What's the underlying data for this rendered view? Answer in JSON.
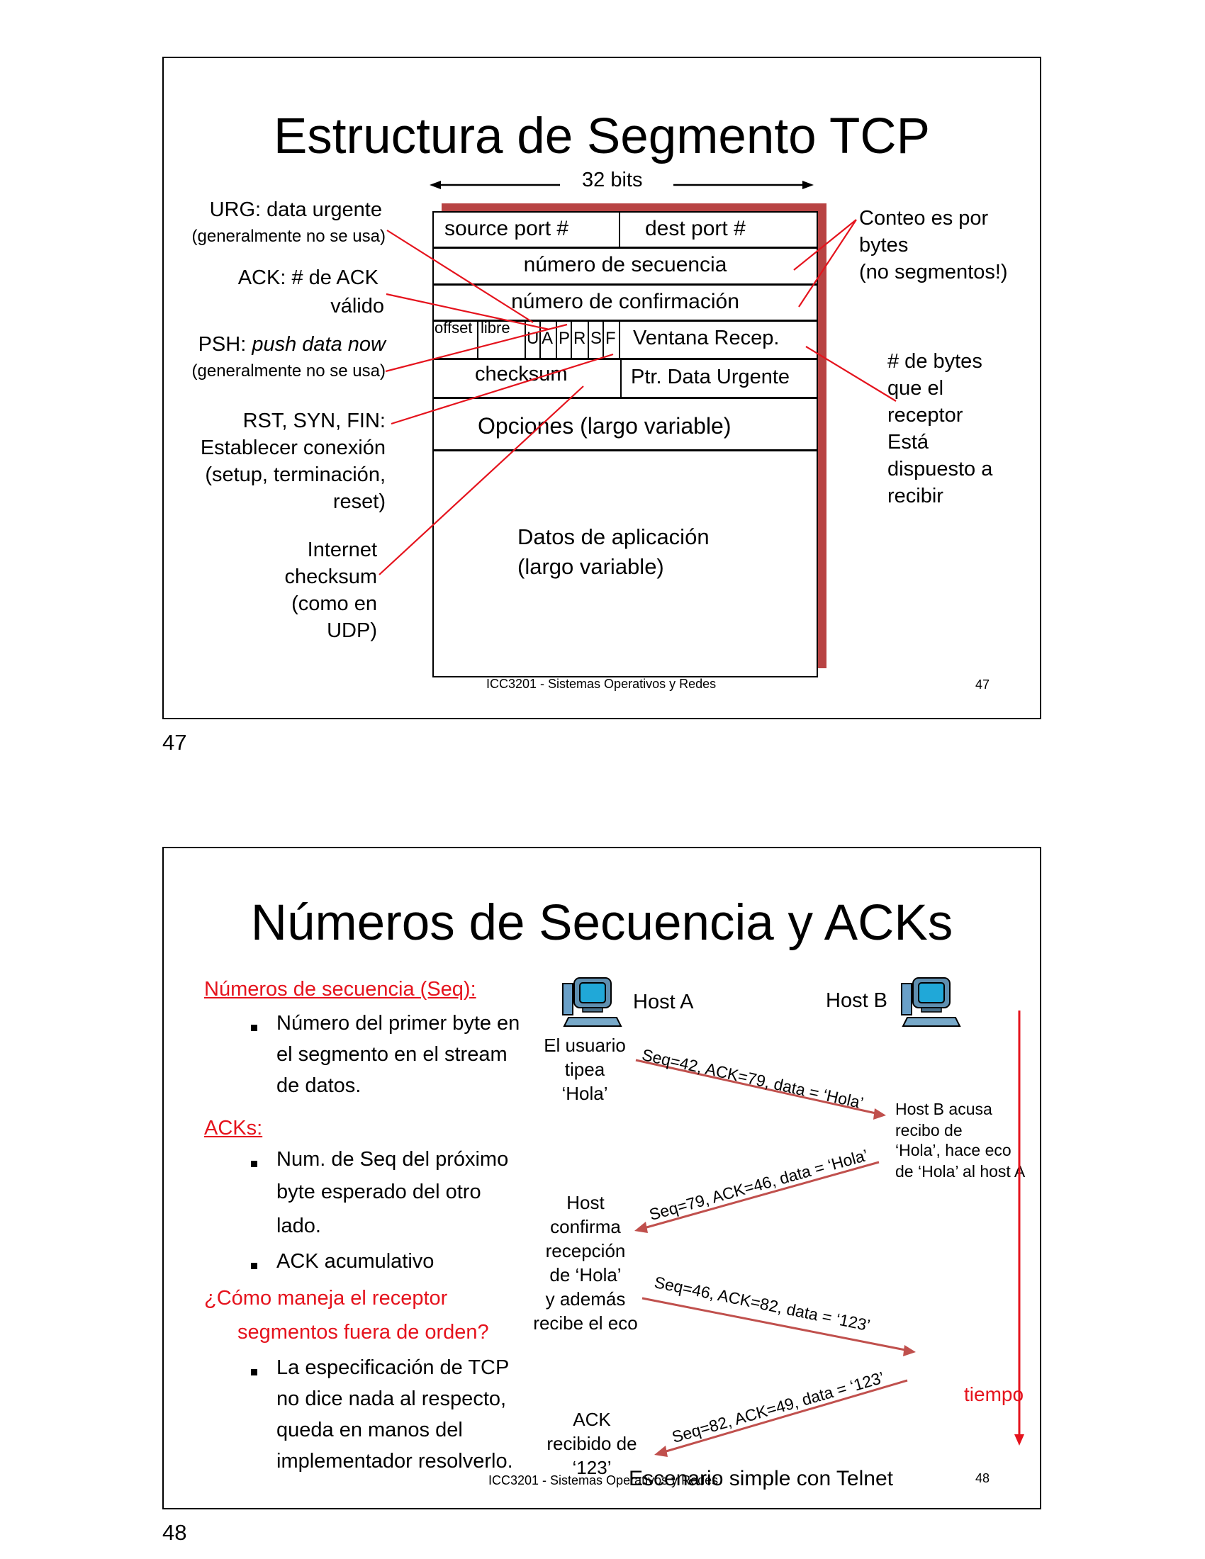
{
  "slide1": {
    "title": "Estructura de Segmento TCP",
    "bits_label": "32 bits",
    "fields": {
      "source_port": "source port #",
      "dest_port": "dest port #",
      "seq_num": "número de secuencia",
      "ack_num": "número de confirmación",
      "offset": "offset",
      "libre": "libre",
      "flags": [
        "U",
        "A",
        "P",
        "R",
        "S",
        "F"
      ],
      "window": "Ventana Recep.",
      "checksum": "checksum",
      "urgent_ptr": "Ptr. Data Urgente",
      "options": "Opciones (largo variable)",
      "data_line1": "Datos de aplicación",
      "data_line2": "(largo variable)"
    },
    "left_notes": {
      "urg_line1": "URG: data urgente",
      "urg_line2": "(generalmente no se usa)",
      "ack_line1": "ACK: # de ACK",
      "ack_line2": "válido",
      "psh_prefix": "PSH: ",
      "psh_italic": "push data now",
      "psh_line2": "(generalmente no se usa)",
      "rst_line1": "RST, SYN, FIN:",
      "rst_line2": "Establecer conexión",
      "rst_line3": "(setup, terminación,",
      "rst_line4": "reset)",
      "cks_line1": "Internet",
      "cks_line2": "checksum",
      "cks_line3": "(como en",
      "cks_line4": "UDP)"
    },
    "right_notes": {
      "count_line1": "Conteo es por",
      "count_line2": "bytes",
      "count_line3": "(no segmentos!)",
      "bytes_line1": "# de bytes",
      "bytes_line2": "que el",
      "bytes_line3": "receptor",
      "bytes_line4": "Está",
      "bytes_line5": "dispuesto a",
      "bytes_line6": "recibir"
    },
    "footer": "ICC3201 - Sistemas Operativos y Redes",
    "slide_number": "47"
  },
  "page_number_1": "47",
  "slide2": {
    "title": "Números de Secuencia y ACKs",
    "seq_heading": "Números de secuencia (Seq):",
    "seq_bullet": [
      "Número del primer byte en",
      "el segmento en el stream",
      "de datos."
    ],
    "acks_heading": "ACKs:",
    "ack_bullet1": [
      "Num. de Seq del próximo",
      "byte esperado del otro",
      "lado."
    ],
    "ack_bullet2": "ACK acumulativo",
    "question_line1": "¿Cómo maneja el receptor",
    "question_line2": "segmentos fuera de orden?",
    "answer_bullet": [
      "La especificación de TCP",
      "no dice nada al respecto,",
      "queda en manos del",
      "implementador resolverlo."
    ],
    "host_a": "Host A",
    "host_b": "Host B",
    "user_types": [
      "El usuario",
      "tipea",
      "‘Hola’"
    ],
    "msg1": "Seq=42, ACK=79, data = ‘Hola’",
    "host_b_ack": [
      "Host B acusa",
      "recibo de",
      "‘Hola’, hace eco",
      "de ‘Hola’ al host A"
    ],
    "msg2": "Seq=79, ACK=46, data = ‘Hola’",
    "host_confirms": [
      "Host",
      "confirma",
      "recepción",
      "de ‘Hola’",
      "y además",
      "recibe el eco"
    ],
    "msg3": "Seq=46, ACK=82, data = ‘123’",
    "msg4": "Seq=82, ACK=49, data = ‘123’",
    "ack_received": [
      "ACK",
      "recibido de",
      "‘123’"
    ],
    "time_label": "tiempo",
    "caption": "Escenario simple con Telnet",
    "footer": "ICC3201 - Sistemas Operativos y Redes",
    "slide_number": "48"
  },
  "page_number_2": "48",
  "colors": {
    "accent_red": "#e5131d",
    "arrow_red": "#c0504d",
    "shadow_red": "#b84343"
  }
}
